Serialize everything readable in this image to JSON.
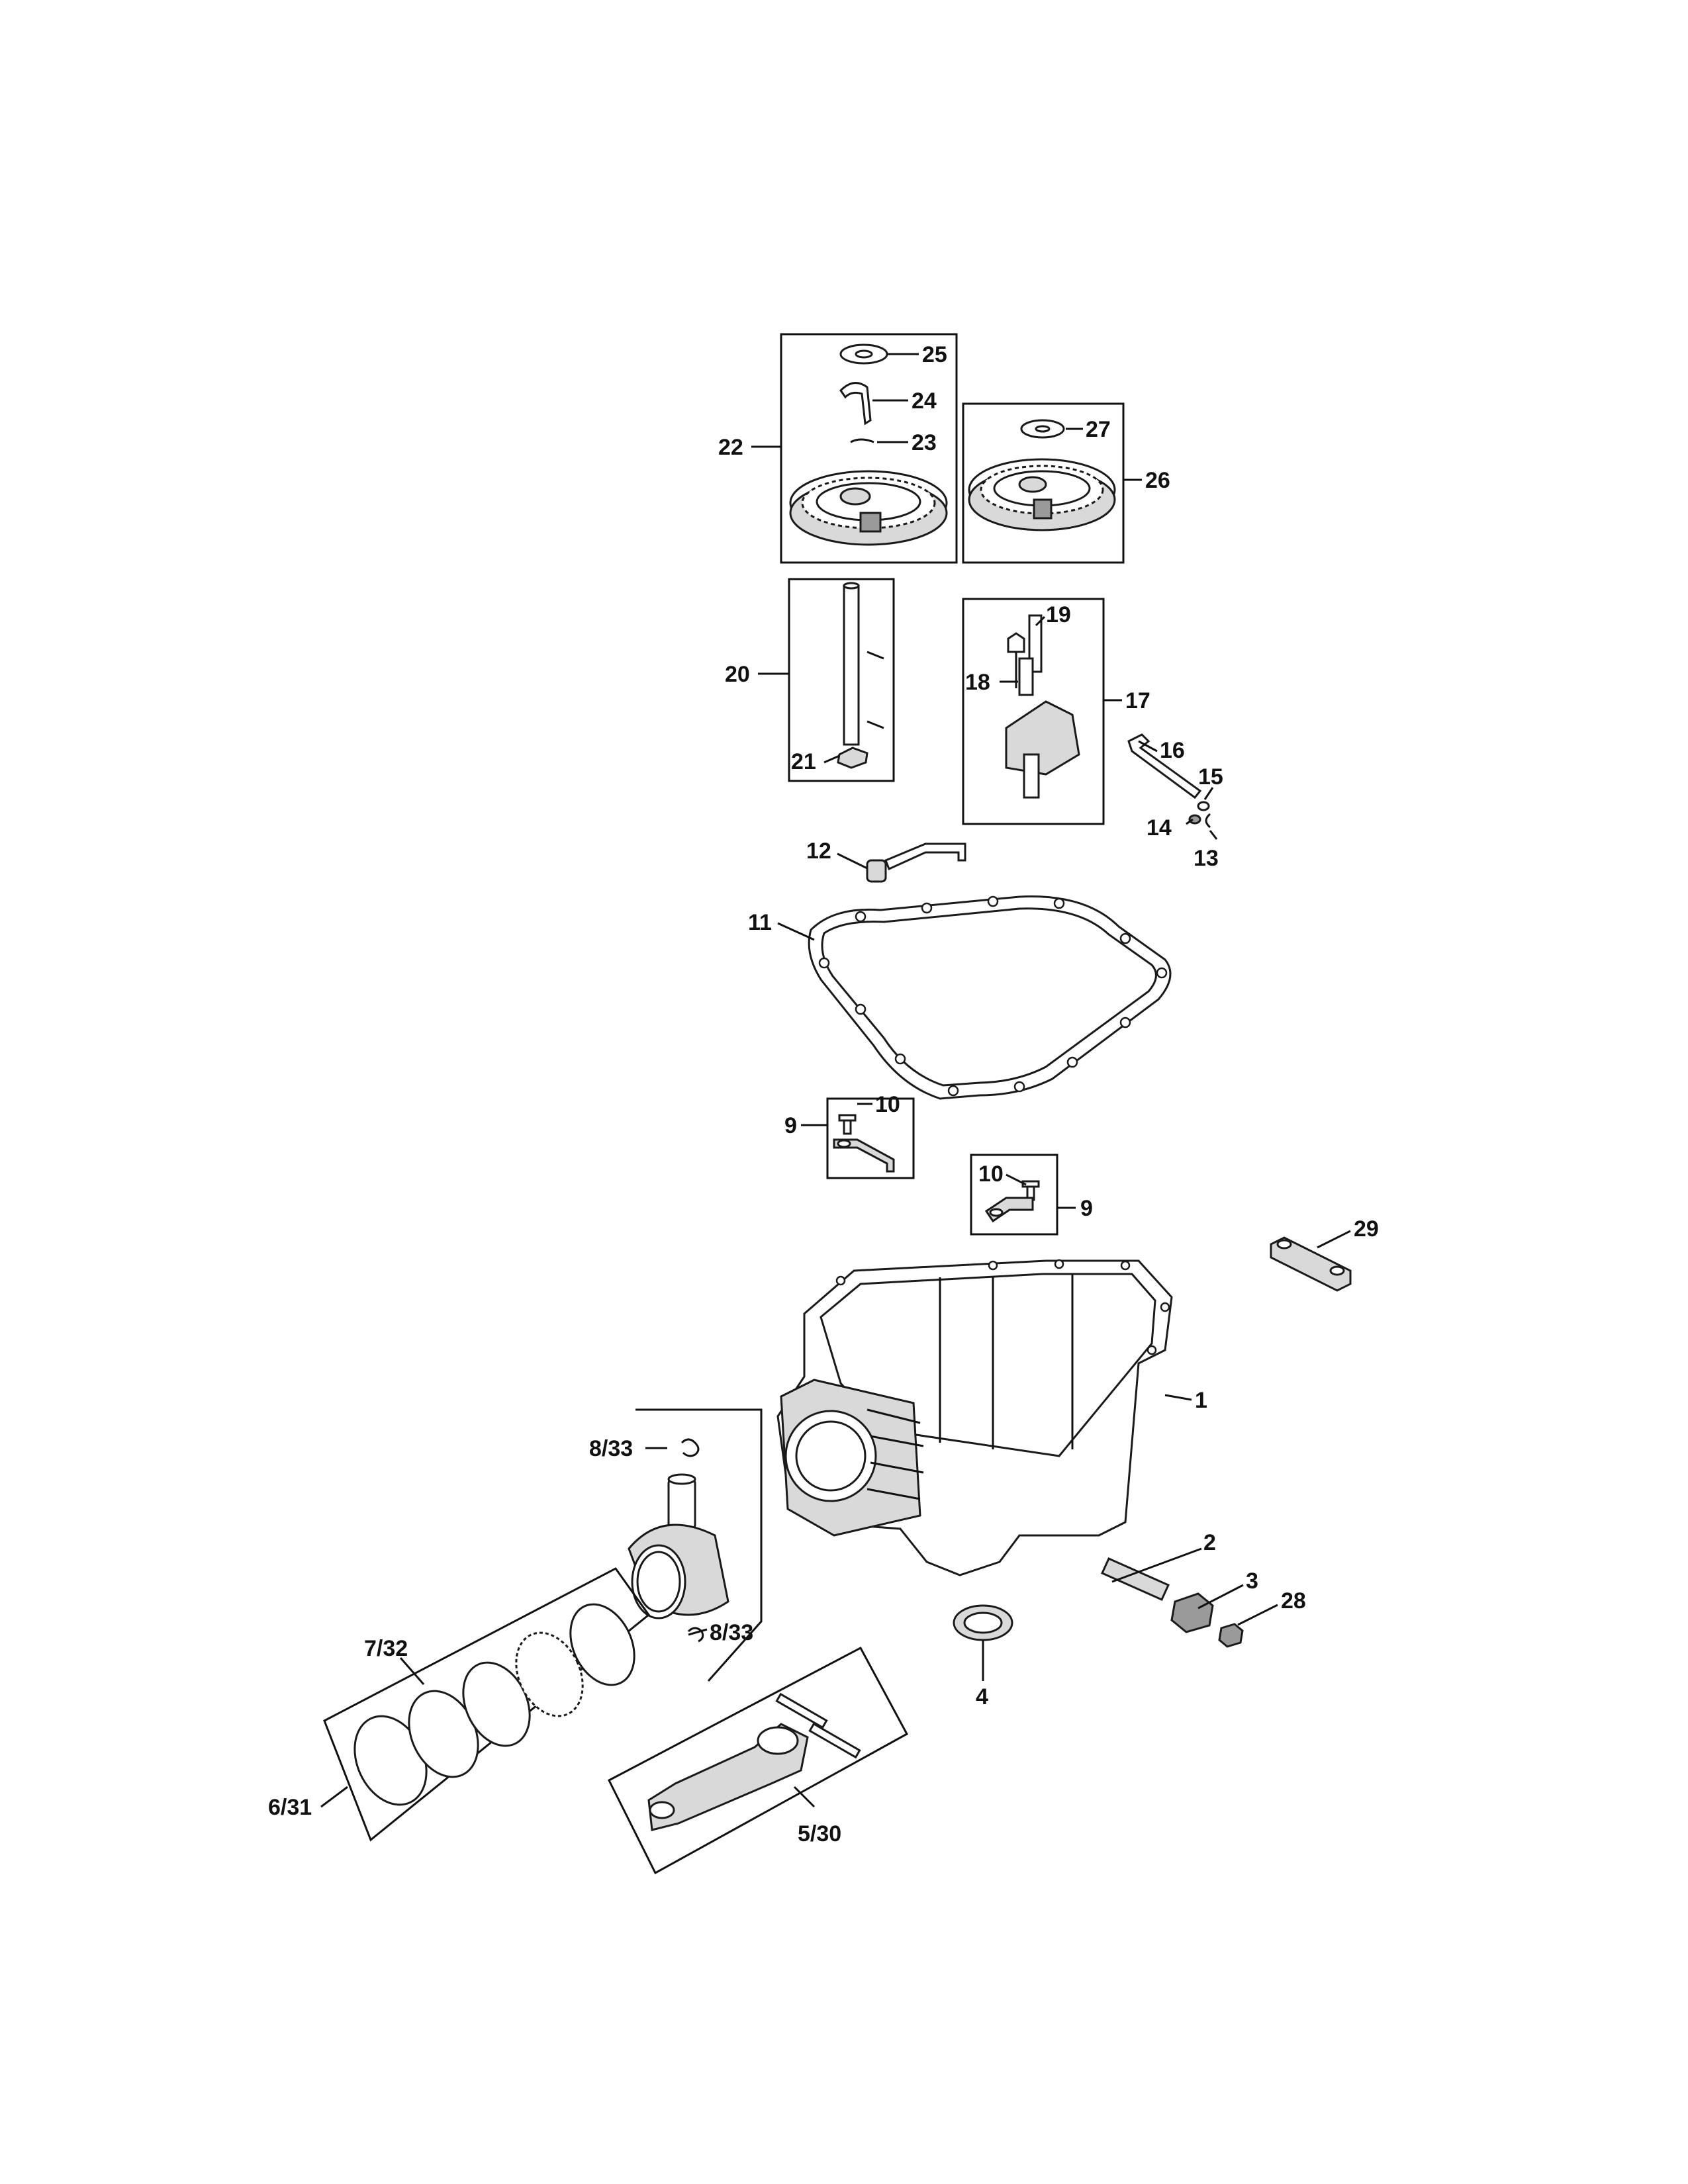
{
  "callouts": {
    "c1": "1",
    "c2": "2",
    "c3": "3",
    "c4": "4",
    "c5_30": "5/30",
    "c6_31": "6/31",
    "c7_32": "7/32",
    "c8_33a": "8/33",
    "c8_33b": "8/33",
    "c9a": "9",
    "c9b": "9",
    "c10a": "10",
    "c10b": "10",
    "c11": "11",
    "c12": "12",
    "c13": "13",
    "c14": "14",
    "c15": "15",
    "c16": "16",
    "c17": "17",
    "c18": "18",
    "c19": "19",
    "c20": "20",
    "c21": "21",
    "c22": "22",
    "c23": "23",
    "c24": "24",
    "c25": "25",
    "c26": "26",
    "c27": "27",
    "c28": "28",
    "c29": "29"
  }
}
